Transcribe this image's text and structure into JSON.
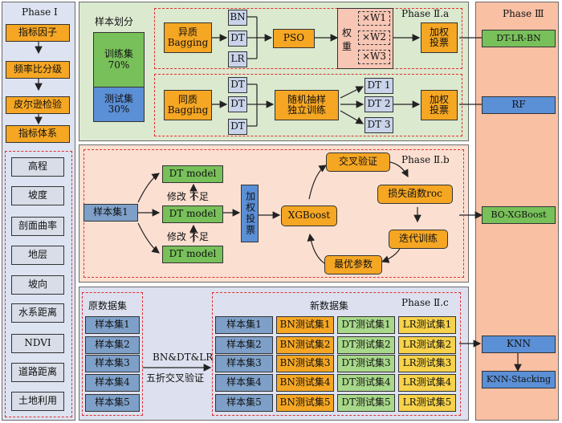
{
  "phase1": {
    "title": "Phase Ⅰ",
    "steps": [
      "指标因子",
      "频率比分级",
      "皮尔逊检验",
      "指标体系"
    ],
    "factors": [
      "高程",
      "坡度",
      "剖面曲率",
      "地层",
      "坡向",
      "水系距离",
      "NDVI",
      "道路距离",
      "土地利用"
    ]
  },
  "phase2a": {
    "title": "Phase Ⅱ.a",
    "split_title": "样本划分",
    "train": "训练集\n70%",
    "test": "测试集\n30%",
    "hetero": "异质\nBagging",
    "homo": "同质\nBagging",
    "top_models": [
      "BN",
      "DT",
      "LR"
    ],
    "pso": "PSO",
    "weight_label": "权\n重",
    "weights": [
      "×W1",
      "×W2",
      "×W3"
    ],
    "vote": "加权\n投票",
    "bottom_models": [
      "DT",
      "DT",
      "DT"
    ],
    "random": "随机抽样\n独立训练",
    "dt_out": [
      "DT 1",
      "DT 2",
      "DT 3"
    ],
    "vote2": "加权\n投票"
  },
  "phase2b": {
    "title": "Phase Ⅱ.b",
    "sample": "样本集1",
    "dt_models": [
      "DT model",
      "DT model",
      "DT model"
    ],
    "fix1": "修改 不足",
    "fix2": "修改 不足",
    "vote": "加权投票",
    "xgb": "XGBoost",
    "cv": "交叉验证",
    "loss": "损失函数roc",
    "iter": "迭代训练",
    "best": "最优参数"
  },
  "phase2c": {
    "title": "Phase Ⅱ.c",
    "orig_title": "原数据集",
    "orig": [
      "样本集1",
      "样本集2",
      "样本集3",
      "样本集4",
      "样本集5"
    ],
    "cv_label": "BN&DT&LR",
    "cv_label2": "五折交叉验证",
    "new_title": "新数据集",
    "samples": [
      "样本集1",
      "样本集2",
      "样本集3",
      "样本集4",
      "样本集5"
    ],
    "bn": [
      "BN测试集1",
      "BN测试集2",
      "BN测试集3",
      "BN测试集4",
      "BN测试集5"
    ],
    "dt": [
      "DT测试集1",
      "DT测试集2",
      "DT测试集3",
      "DT测试集4",
      "DT测试集5"
    ],
    "lr": [
      "LR测试集1",
      "LR测试集2",
      "LR测试集3",
      "LR测试集4",
      "LR测试集5"
    ]
  },
  "phase3": {
    "title": "Phase Ⅲ",
    "outputs": [
      "DT-LR-BN",
      "RF",
      "BO-XGBoost",
      "KNN",
      "KNN-Stacking"
    ]
  }
}
